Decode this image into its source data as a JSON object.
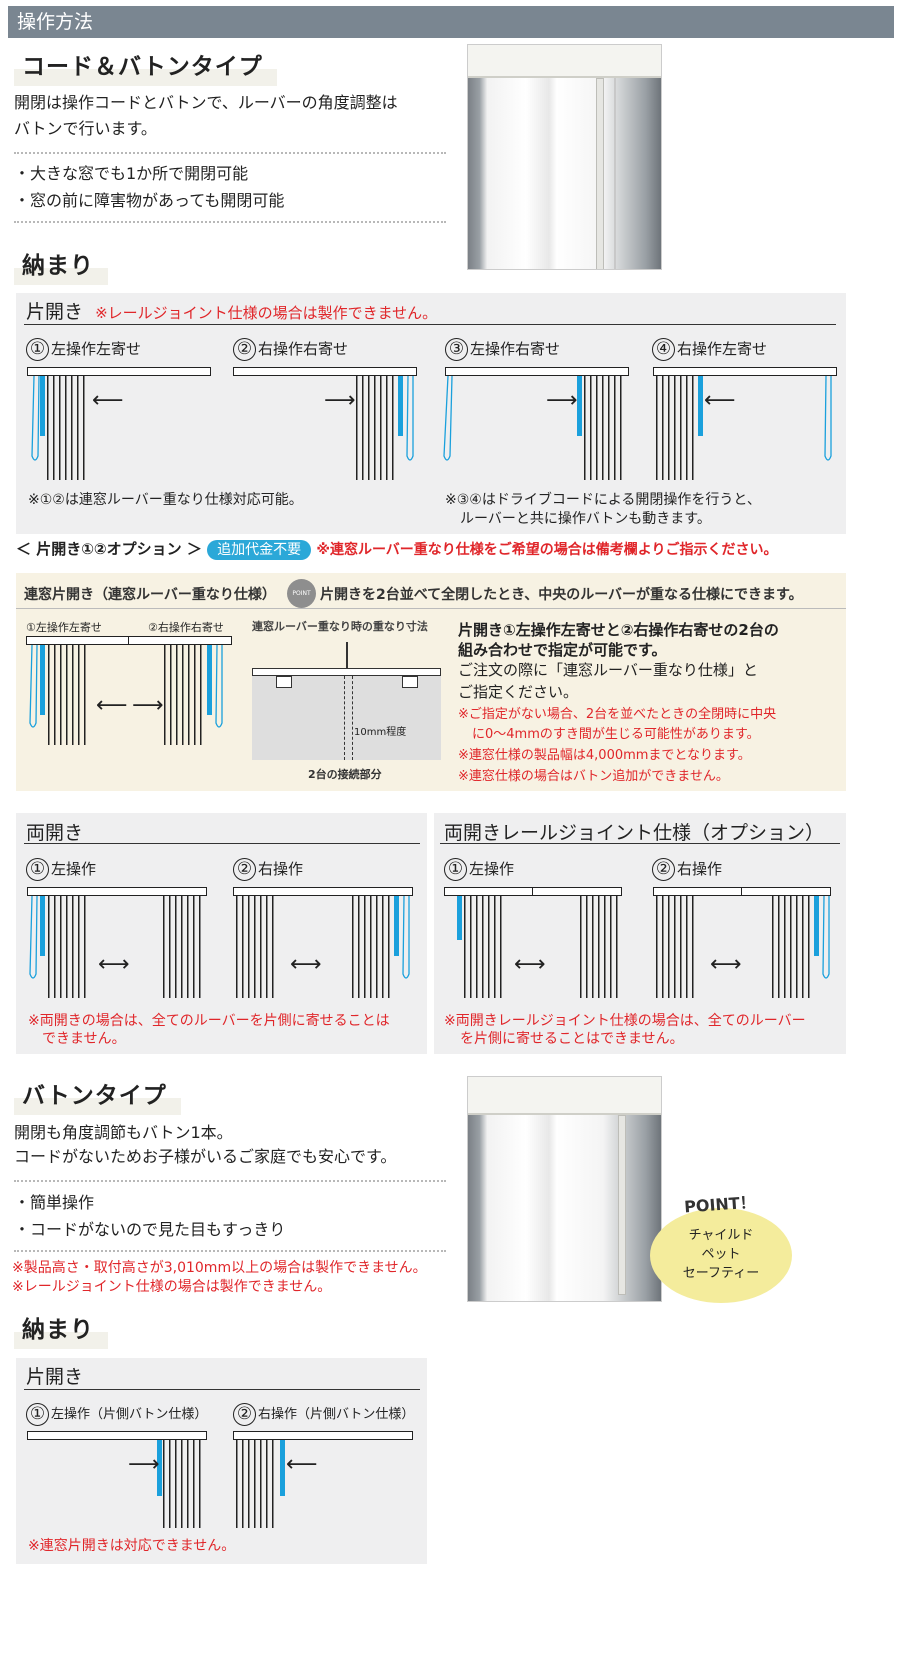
{
  "header": {
    "title": "操作方法"
  },
  "cord_baton": {
    "title": "コード＆バトンタイプ",
    "desc_line1": "開閉は操作コードとバトンで、ルーバーの角度調整は",
    "desc_line2": "バトンで行います。",
    "bullet1": "・大きな窓でも1か所で開閉可能",
    "bullet2": "・窓の前に障害物があっても開閉可能"
  },
  "osamari1": {
    "title": "納まり"
  },
  "single_open": {
    "title": "片開き",
    "warning": "※レールジョイント仕様の場合は製作できません。",
    "items": [
      {
        "num": "①",
        "label": "左操作左寄せ"
      },
      {
        "num": "②",
        "label": "右操作右寄せ"
      },
      {
        "num": "③",
        "label": "左操作右寄せ"
      },
      {
        "num": "④",
        "label": "右操作左寄せ"
      }
    ],
    "note_left": "※①②は連窓ルーバー重なり仕様対応可能。",
    "note_right1": "※③④はドライブコードによる開閉操作を行うと、",
    "note_right2": "ルーバーと共に操作バトンも動きます。"
  },
  "option": {
    "title": "＜ 片開き①②オプション ＞",
    "pill": "追加代金不要",
    "warning": "※連窓ルーバー重なり仕様をご希望の場合は備考欄よりご指示ください。",
    "box_title": "連窓片開き（連窓ルーバー重なり仕様）",
    "point_label": "POINT",
    "point_text": "片開きを2台並べて全閉したとき、中央のルーバーが重なる仕様にできます。",
    "left_label": "①左操作左寄せ",
    "right_label": "②右操作右寄せ",
    "diagram_title": "連窓ルーバー重なり時の重なり寸法",
    "dim_label": "10mm程度",
    "joint_label": "2台の接続部分",
    "desc_bold1": "片開き①左操作左寄せと②右操作右寄せの2台の",
    "desc_bold2": "組み合わせで指定が可能です。",
    "desc1": "ご注文の際に「連窓ルーバー重なり仕様」と",
    "desc2": "ご指定ください。",
    "red1": "※ご指定がない場合、2台を並べたときの全閉時に中央",
    "red2": "に0～4mmのすき間が生じる可能性があります。",
    "red3": "※連窓仕様の製品幅は4,000mmまでとなります。",
    "red4": "※連窓仕様の場合はバトン追加ができません。"
  },
  "double_open": {
    "title": "両開き",
    "items": [
      {
        "num": "①",
        "label": "左操作"
      },
      {
        "num": "②",
        "label": "右操作"
      }
    ],
    "warn1": "※両開きの場合は、全てのルーバーを片側に寄せることは",
    "warn2": "できません。"
  },
  "double_joint": {
    "title": "両開きレールジョイント仕様（オプション）",
    "items": [
      {
        "num": "①",
        "label": "左操作"
      },
      {
        "num": "②",
        "label": "右操作"
      }
    ],
    "warn1": "※両開きレールジョイント仕様の場合は、全てのルーバー",
    "warn2": "を片側に寄せることはできません。"
  },
  "baton_type": {
    "title": "バトンタイプ",
    "desc1": "開閉も角度調節もバトン1本。",
    "desc2": "コードがないためお子様がいるご家庭でも安心です。",
    "bullet1": "・簡単操作",
    "bullet2": "・コードがないので見た目もすっきり",
    "warn1": "※製品高さ・取付高さが3,010mm以上の場合は製作できません。",
    "warn2": "※レールジョイント仕様の場合は製作できません。",
    "point_title": "POINT！",
    "point_1": "チャイルド",
    "point_2": "ペット",
    "point_3": "セーフティー"
  },
  "osamari2": {
    "title": "納まり"
  },
  "single_open2": {
    "title": "片開き",
    "items": [
      {
        "num": "①",
        "label": "左操作（片側バトン仕様）"
      },
      {
        "num": "②",
        "label": "右操作（片側バトン仕様）"
      }
    ],
    "note": "※連窓片開きは対応できません。"
  },
  "colors": {
    "baton": "#1aa0dc",
    "header": "#7a8691",
    "warning": "#e0262a",
    "panel": "#efeff0",
    "option_box": "#f7f2e3",
    "pill": "#2ba8d8",
    "point_circle": "#f4ec9c"
  },
  "icons": [
    "arrow-left-icon",
    "arrow-right-icon",
    "double-arrow-icon",
    "point-badge-icon"
  ]
}
